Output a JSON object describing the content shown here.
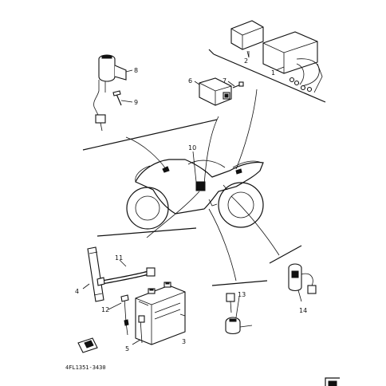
{
  "callouts": {
    "c1": "1",
    "c2": "2",
    "c3": "3",
    "c4": "4",
    "c5": "5",
    "c6": "6",
    "c7": "7",
    "c8": "8",
    "c9": "9",
    "c10": "10",
    "c11": "11",
    "c12": "12",
    "c13": "13",
    "c14": "14"
  },
  "diagram_code": "4FL1351-3430",
  "colors": {
    "ink": "#111111",
    "paper": "#ffffff"
  }
}
